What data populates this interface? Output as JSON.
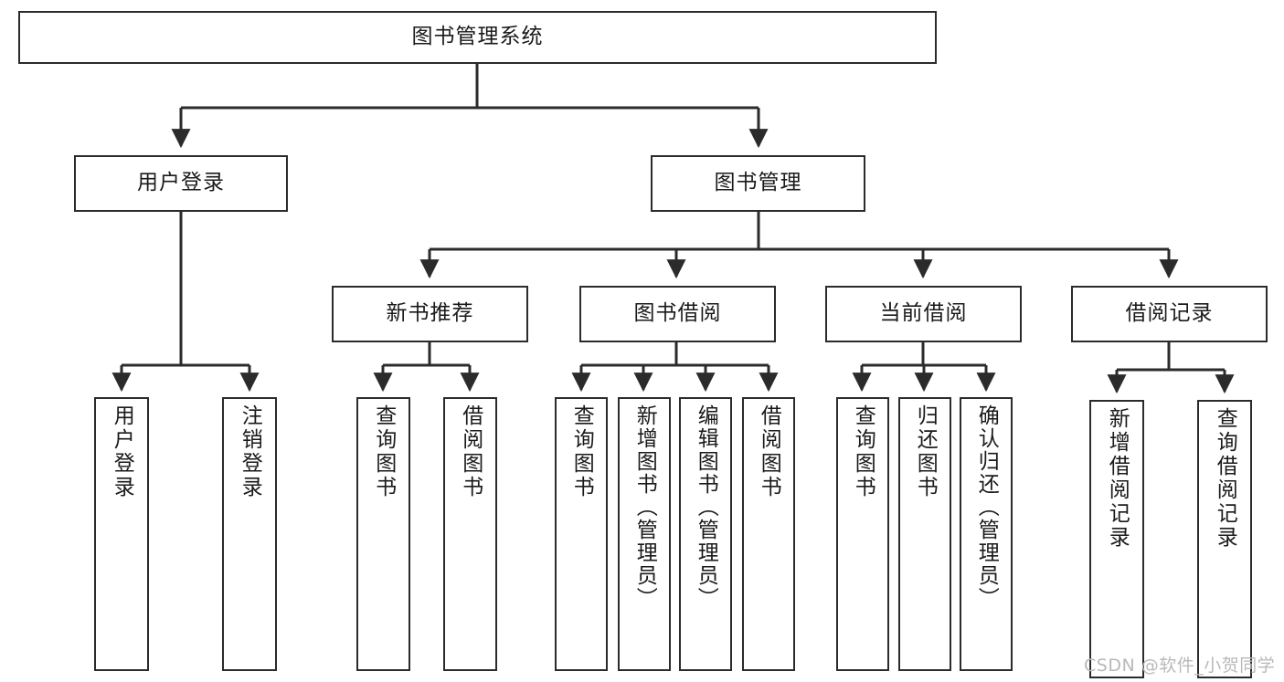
{
  "diagram": {
    "title": "图书管理系统",
    "type": "tree",
    "stroke_color": "#2b2b2b",
    "background_color": "#ffffff",
    "text_color": "#1a1a1a",
    "root": {
      "label": "图书管理系统"
    },
    "level2": [
      {
        "label": "用户登录"
      },
      {
        "label": "图书管理"
      }
    ],
    "level3": [
      {
        "label": "新书推荐"
      },
      {
        "label": "图书借阅"
      },
      {
        "label": "当前借阅"
      },
      {
        "label": "借阅记录"
      }
    ],
    "leaves": {
      "user_login": [
        {
          "label": "用户登录"
        },
        {
          "label": "注销登录"
        }
      ],
      "new_book_recommend": [
        {
          "label": "查询图书"
        },
        {
          "label": "借阅图书"
        }
      ],
      "book_borrow": [
        {
          "label": "查询图书"
        },
        {
          "label": "新增图书（管理员）"
        },
        {
          "label": "编辑图书（管理员）"
        },
        {
          "label": "借阅图书"
        }
      ],
      "current_borrow": [
        {
          "label": "查询图书"
        },
        {
          "label": "归还图书"
        },
        {
          "label": "确认归还（管理员）"
        }
      ],
      "borrow_record": [
        {
          "label": "新增借阅记录"
        },
        {
          "label": "查询借阅记录"
        }
      ]
    }
  },
  "watermark": {
    "text": "CSDN @软件_小贺同学"
  }
}
